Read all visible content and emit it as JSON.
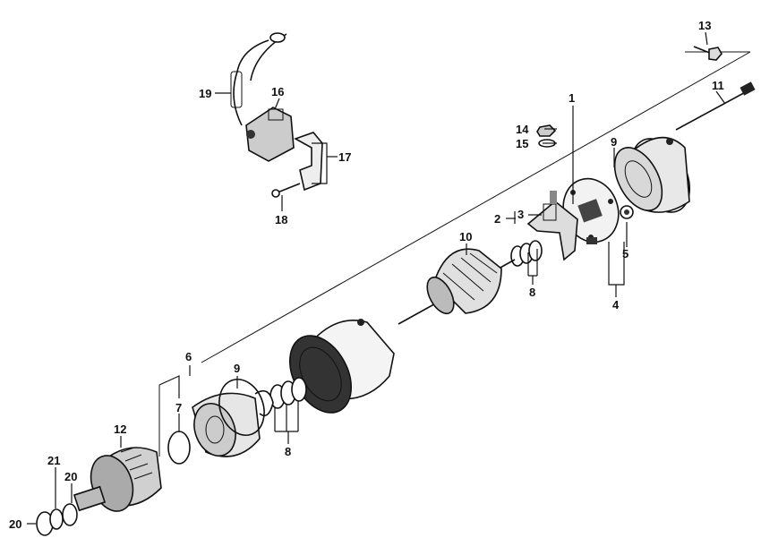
{
  "callouts": {
    "c1": "1",
    "c2": "2",
    "c3": "3",
    "c4": "4",
    "c5": "5",
    "c6": "6",
    "c7": "7",
    "c8a": "8",
    "c8b": "8",
    "c9a": "9",
    "c9b": "9",
    "c10": "10",
    "c11": "11",
    "c12": "12",
    "c13": "13",
    "c14": "14",
    "c15": "15",
    "c16": "16",
    "c17": "17",
    "c18": "18",
    "c19": "19",
    "c20a": "20",
    "c20b": "20",
    "c21": "21"
  }
}
